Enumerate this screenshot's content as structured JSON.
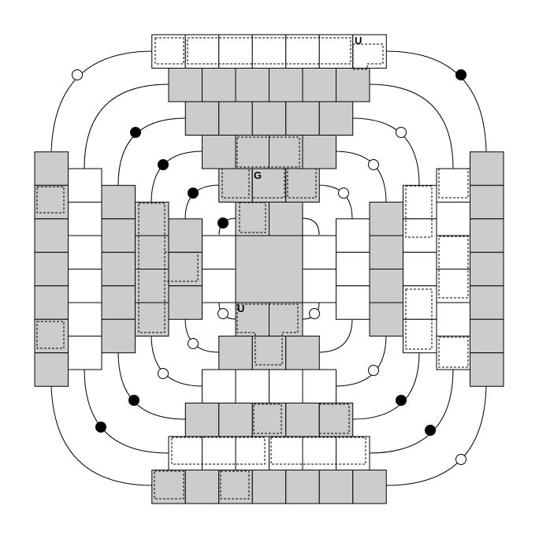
{
  "labels": [
    {
      "id": "label-u-top",
      "text": "U"
    },
    {
      "id": "label-g",
      "text": "G"
    },
    {
      "id": "label-u-center",
      "text": "U"
    }
  ],
  "colors": {
    "gray": "#cccccc",
    "white": "#ffffff",
    "black": "#000000"
  }
}
